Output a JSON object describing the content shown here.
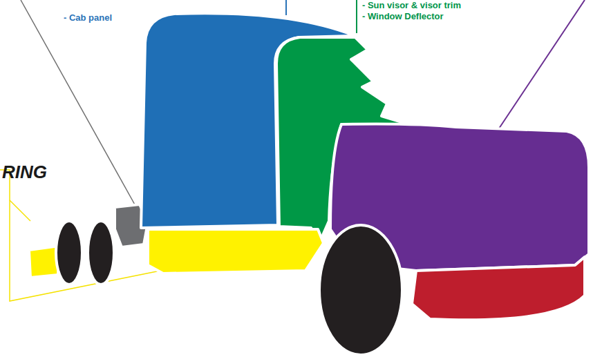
{
  "diagram": {
    "labels": [
      "- Cab panel",
      "RING",
      "- Sun visor & visor trim",
      "- Window Deflector"
    ]
  }
}
